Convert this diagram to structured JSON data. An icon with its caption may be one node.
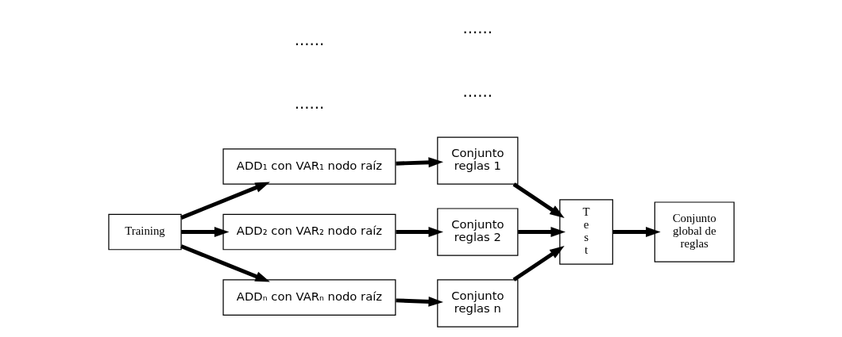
{
  "diagram": {
    "nodes": [
      {
        "text": [
          "Training"
        ]
      },
      {
        "text": [
          "ADD₁ con VAR₁ nodo raíz"
        ]
      },
      {
        "text": [
          "Conjunto reglas 1"
        ]
      },
      {
        "text": [
          "ADD₂ con VAR₂ nodo raíz"
        ]
      },
      {
        "text": [
          "Conjunto reglas 2"
        ]
      },
      {
        "text": [
          "ADDₙ con VARₙ nodo raíz"
        ]
      },
      {
        "text": [
          "Conjunto reglas n"
        ]
      },
      {
        "text": [
          "T e s t"
        ]
      },
      {
        "text": [
          "Conjunto global de reglas"
        ]
      }
    ],
    "edges": [
      {
        "from": 0,
        "to": 1,
        "arrow": "to"
      },
      {
        "from": 0,
        "to": 3,
        "arrow": "to"
      },
      {
        "from": 0,
        "to": 5,
        "arrow": "to"
      },
      {
        "from": 1,
        "to": 2,
        "arrow": "to"
      },
      {
        "from": 3,
        "to": 4,
        "arrow": "to"
      },
      {
        "from": 5,
        "to": 6,
        "arrow": "to"
      },
      {
        "from": 2,
        "to": 7,
        "arrow": "to"
      },
      {
        "from": 4,
        "to": 7,
        "arrow": "to"
      },
      {
        "from": 6,
        "to": 7,
        "arrow": "to"
      },
      {
        "from": 7,
        "to": 8,
        "arrow": "to"
      }
    ],
    "labels": [
      "......",
      "......",
      "......",
      "......"
    ]
  }
}
